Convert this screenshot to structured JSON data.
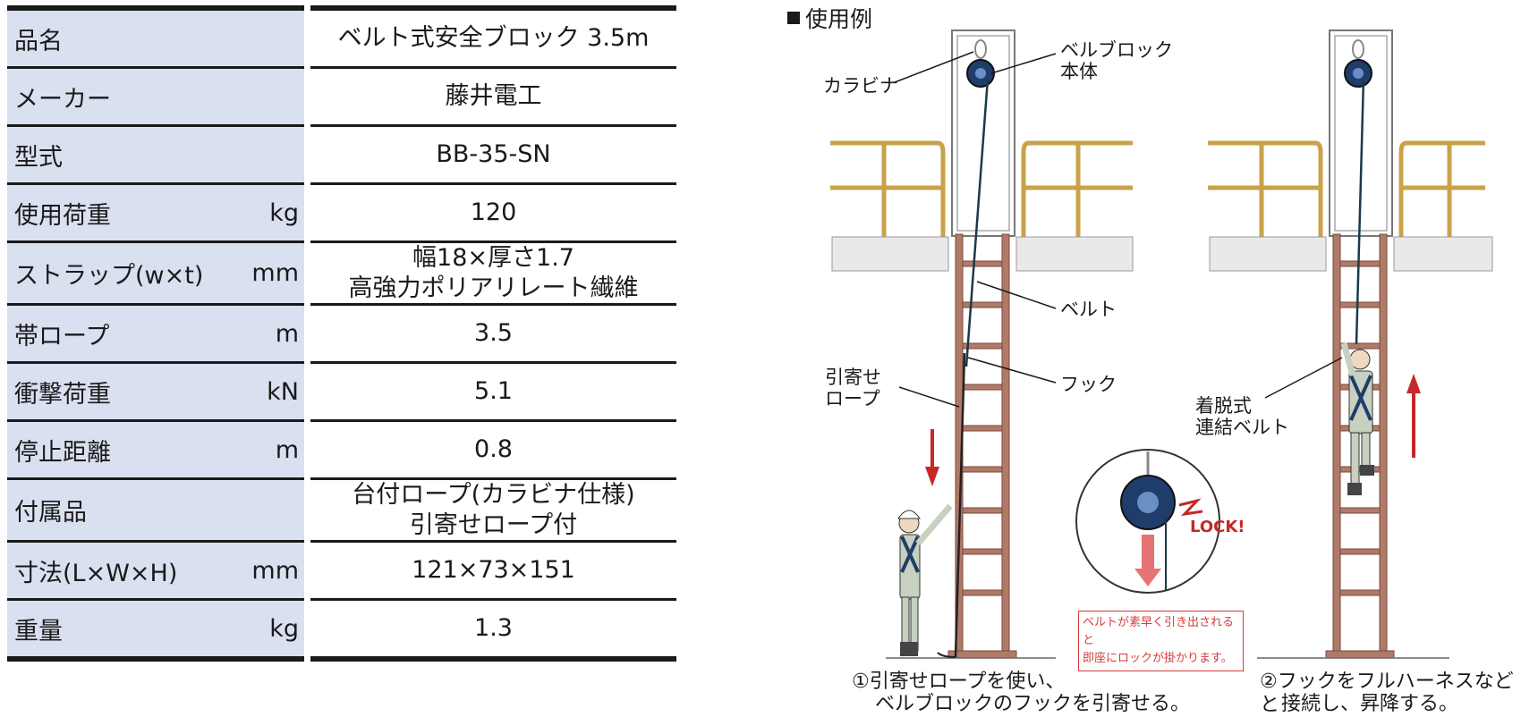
{
  "spec_rows": [
    {
      "label": "品名",
      "unit": "",
      "value": [
        "ベルト式安全ブロック 3.5m"
      ]
    },
    {
      "label": "メーカー",
      "unit": "",
      "value": [
        "藤井電工"
      ]
    },
    {
      "label": "型式",
      "unit": "",
      "value": [
        "BB-35-SN"
      ]
    },
    {
      "label": "使用荷重",
      "unit": "kg",
      "value": [
        "120"
      ]
    },
    {
      "label": "ストラップ(w×t)",
      "unit": "mm",
      "value": [
        "幅18×厚さ1.7",
        "高強力ポリアリレート繊維"
      ]
    },
    {
      "label": "帯ロープ",
      "unit": "m",
      "value": [
        "3.5"
      ]
    },
    {
      "label": "衝撃荷重",
      "unit": "kN",
      "value": [
        "5.1"
      ]
    },
    {
      "label": "停止距離",
      "unit": "m",
      "value": [
        "0.8"
      ]
    },
    {
      "label": "付属品",
      "unit": "",
      "value": [
        "台付ロープ(カラビナ仕様)",
        "引寄せロープ付"
      ]
    },
    {
      "label": "寸法(L×W×H)",
      "unit": "mm",
      "value": [
        "121×73×151"
      ]
    },
    {
      "label": "重量",
      "unit": "kg",
      "value": [
        "1.3"
      ]
    }
  ],
  "usage": {
    "title": "使用例",
    "labels": {
      "karabina": "カラビナ",
      "block_body_1": "ベルブロック",
      "block_body_2": "本体",
      "belt": "ベルト",
      "hook": "フック",
      "pull_rope_1": "引寄せ",
      "pull_rope_2": "ロープ",
      "detach_belt_1": "着脱式",
      "detach_belt_2": "連結ベルト",
      "lock": "LOCK!"
    },
    "note": [
      "ベルトが素早く引き出されると",
      "即座にロックが掛かります。"
    ],
    "captions": {
      "step1_line1": "①引寄せロープを使い、",
      "step1_line2": "ベルブロックのフックを引寄せる。",
      "step2_line1": "②フックをフルハーネスなどと",
      "step2_line2": "接続し、昇降する。"
    }
  },
  "colors": {
    "label_bg": "#d9e0f0",
    "ladder": "#b07a68",
    "railing": "#c9a24a",
    "arrow": "#c62828",
    "block": "#1f3d6b"
  }
}
